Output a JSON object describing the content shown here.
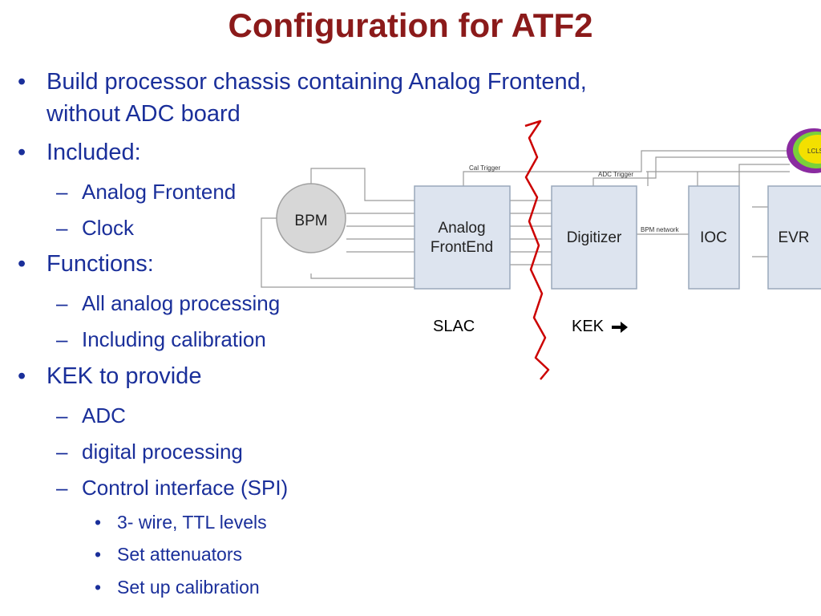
{
  "slide": {
    "title": "Configuration for ATF2",
    "bullets": {
      "b1": "Build processor chassis containing Analog Frontend,",
      "b1_cont": "without ADC board",
      "b2": "Included:",
      "b2_1": "Analog Frontend",
      "b2_2": "Clock",
      "b3": "Functions:",
      "b3_1": "All analog processing",
      "b3_2": "Including calibration",
      "b4": "KEK to provide",
      "b4_1": "ADC",
      "b4_2": "digital processing",
      "b4_3": "Control interface (SPI)",
      "b4_3_1": "3- wire, TTL levels",
      "b4_3_2": "Set attenuators",
      "b4_3_3": "Set up calibration"
    },
    "markers": {
      "bullet": "•",
      "dash": "–"
    }
  },
  "diagram": {
    "nodes": {
      "bpm": "BPM",
      "afe_line1": "Analog",
      "afe_line2": "FrontEnd",
      "digitizer": "Digitizer",
      "ioc": "IOC",
      "evr": "EVR",
      "cloud": "LCLS"
    },
    "edge_labels": {
      "cal_trigger": "Cal Trigger",
      "adc_trigger": "ADC Trigger",
      "bpm_network": "BPM network"
    },
    "regions": {
      "slac": "SLAC",
      "kek": "KEK",
      "kek_arrow_icon": "arrow-right-icon"
    },
    "colors": {
      "title": "#8b1a1a",
      "text": "#1a2f9a",
      "box_fill": "#dde4ef",
      "divider": "#cc0000",
      "cloud": "#f3e000"
    }
  }
}
